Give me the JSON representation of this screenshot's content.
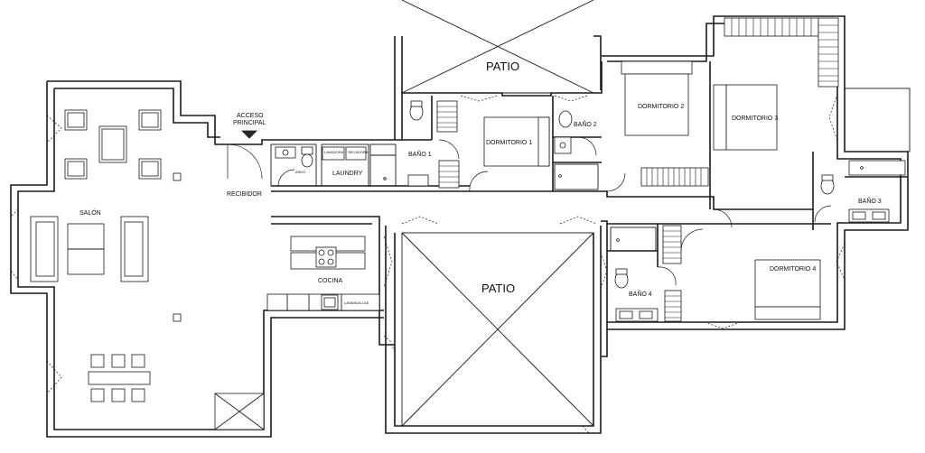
{
  "rooms": {
    "patio_top": "PATIO",
    "patio_center": "PATIO",
    "salon": "SALÓN",
    "acceso_line1": "ACCESO",
    "acceso_line2": "PRINCIPAL",
    "recibidor": "RECIBIDOR",
    "aseo": "ASEO",
    "laundry": "LAUNDRY",
    "cocina": "COCINA",
    "bano1": "BAÑO 1",
    "bano2": "BAÑO 2",
    "bano3": "BAÑO 3",
    "bano4": "BAÑO 4",
    "dormitorio1": "DORMITORIO 1",
    "dormitorio2": "DORMITORIO 2",
    "dormitorio3": "DORMITORIO 3",
    "dormitorio4": "DORMITORIO 4"
  },
  "appliances": {
    "lavadora": "LAVADORA",
    "secadora": "SECADORA",
    "lavavajillas": "LAVAVAJILLAS"
  },
  "colors": {
    "line": "#1a1a1a",
    "background": "#ffffff"
  }
}
